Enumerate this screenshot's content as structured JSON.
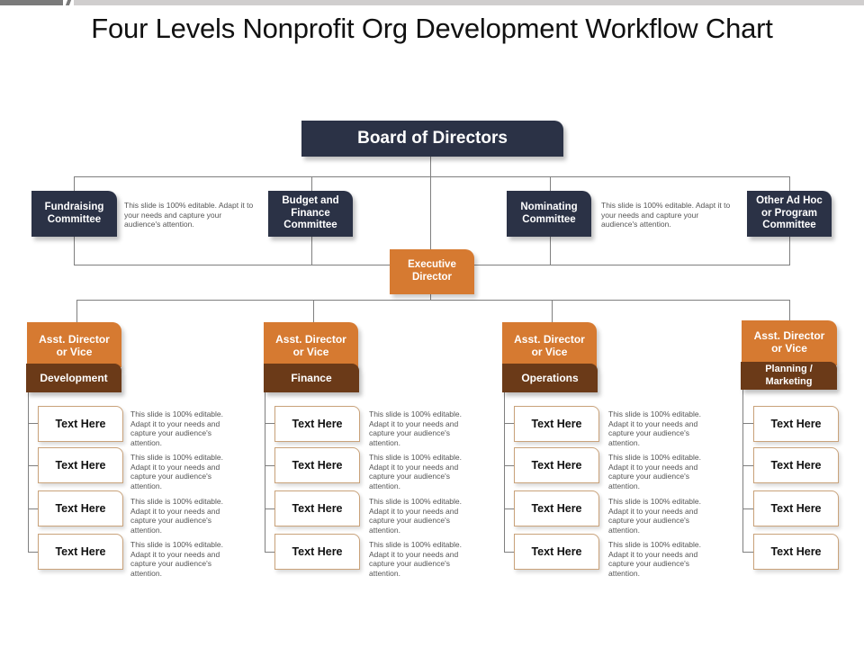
{
  "title": "Four Levels Nonprofit Org Development Workflow Chart",
  "board": {
    "label": "Board of Directors"
  },
  "committees": [
    {
      "label": "Fundraising\nCommittee"
    },
    {
      "label": "Budget and\nFinance\nCommittee"
    },
    {
      "label": "Nominating\nCommittee"
    },
    {
      "label": "Other Ad Hoc\nor Program\nCommittee"
    }
  ],
  "committee_descriptions": [
    "This slide is 100% editable. Adapt it to your needs and capture your audience's attention.",
    "This slide is 100% editable. Adapt it to your needs and capture your audience's attention."
  ],
  "executive": {
    "label": "Executive\nDirector"
  },
  "departments": [
    {
      "head": "Asst. Director\nor Vice",
      "name": "Development",
      "items": [
        "Text Here",
        "Text Here",
        "Text Here",
        "Text Here"
      ],
      "descriptions": [
        "This slide is 100% editable. Adapt it to your needs and capture your audience's attention.",
        "This slide is 100% editable. Adapt it to your needs and capture your audience's attention.",
        "This slide is 100% editable. Adapt it to your needs and capture your audience's attention.",
        "This slide is 100% editable. Adapt it to your needs and capture your audience's attention."
      ]
    },
    {
      "head": "Asst. Director\nor Vice",
      "name": "Finance",
      "items": [
        "Text Here",
        "Text Here",
        "Text Here",
        "Text Here"
      ],
      "descriptions": [
        "This slide is 100% editable. Adapt it to your needs and capture your audience's attention.",
        "This slide is 100% editable. Adapt it to your needs and capture your audience's attention.",
        "This slide is 100% editable. Adapt it to your needs and capture your audience's attention.",
        "This slide is 100% editable. Adapt it to your needs and capture your audience's attention."
      ]
    },
    {
      "head": "Asst. Director\nor Vice",
      "name": "Operations",
      "items": [
        "Text Here",
        "Text Here",
        "Text Here",
        "Text Here"
      ],
      "descriptions": [
        "This slide is 100% editable. Adapt it to your needs and capture your audience's attention.",
        "This slide is 100% editable. Adapt it to your needs and capture your audience's attention.",
        "This slide is 100% editable. Adapt it to your needs and capture your audience's attention.",
        "This slide is 100% editable. Adapt it to your needs and capture your audience's attention."
      ]
    },
    {
      "head": "Asst. Director\nor Vice",
      "name": "Planning /\nMarketing",
      "items": [
        "Text Here",
        "Text Here",
        "Text Here",
        "Text Here"
      ]
    }
  ],
  "colors": {
    "navy": "#2b3246",
    "orange": "#d67a31",
    "brown": "#6b3a18",
    "line": "#7f7f7f"
  }
}
